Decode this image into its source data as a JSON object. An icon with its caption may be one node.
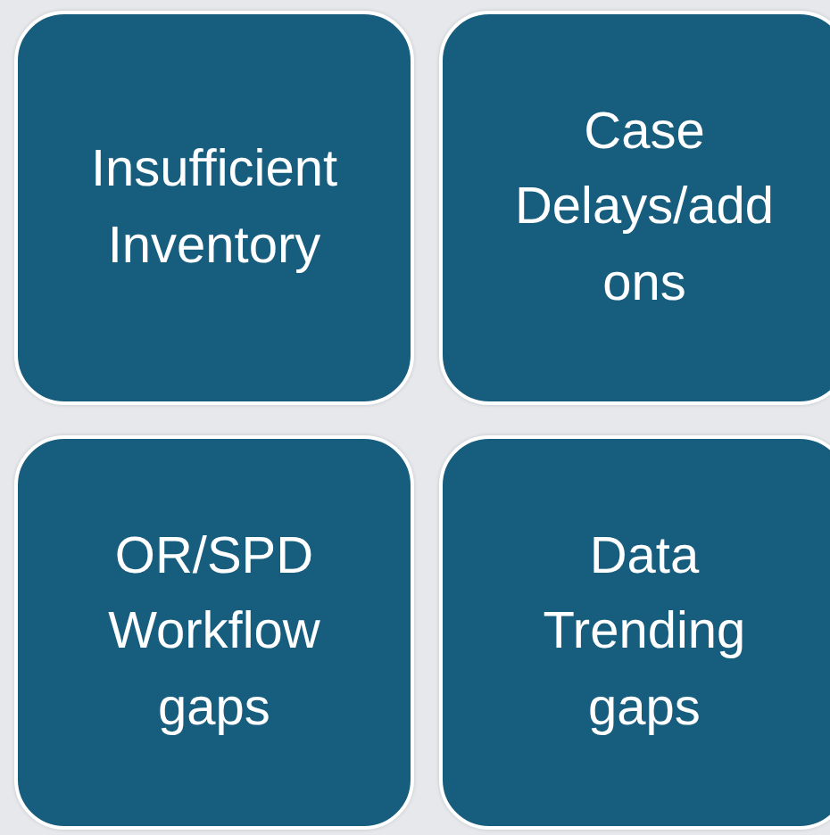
{
  "diagram": {
    "nodes": [
      {
        "text": [
          "Insufficient Inventory"
        ]
      },
      {
        "text": [
          "Case Delays/add ons"
        ]
      },
      {
        "text": [
          "OR/SPD Workflow gaps"
        ]
      },
      {
        "text": [
          "Data Trending gaps"
        ]
      }
    ]
  }
}
